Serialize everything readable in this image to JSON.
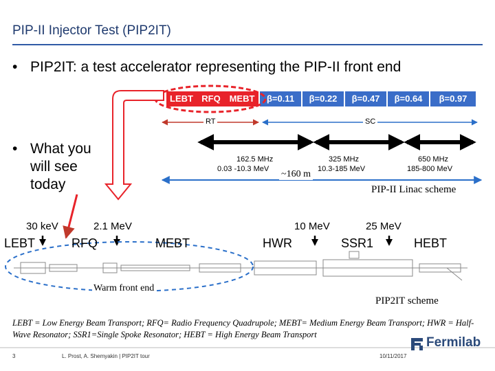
{
  "slide": {
    "title": "PIP-II Injector Test (PIP2IT)",
    "bullet_char": "•",
    "bullet1": "PIP2IT: a test accelerator representing the PIP-II front end",
    "bullet2_lines": [
      "What you",
      "will see",
      "today"
    ]
  },
  "linac_scheme": {
    "stages": [
      {
        "label": "LEBT",
        "color": "#e8232a"
      },
      {
        "label": "RFQ",
        "color": "#e8232a"
      },
      {
        "label": "MEBT",
        "color": "#e8232a"
      },
      {
        "label": "β=0.11",
        "color": "#3a6dc8"
      },
      {
        "label": "β=0.22",
        "color": "#3a6dc8"
      },
      {
        "label": "β=0.47",
        "color": "#3a6dc8"
      },
      {
        "label": "β=0.64",
        "color": "#3a6dc8"
      },
      {
        "label": "β=0.97",
        "color": "#3a6dc8"
      }
    ],
    "rt_label": "RT",
    "sc_label": "SC",
    "freq1": "162.5 MHz",
    "energy1": "0.03 -10.3 MeV",
    "freq2": "325 MHz",
    "energy2": "10.3-185 MeV",
    "freq3": "650 MHz",
    "energy3": "185-800 MeV",
    "length": "~160 m",
    "caption": "PIP-II Linac scheme"
  },
  "pip2it_scheme": {
    "energies": [
      "30 keV",
      "2.1 MeV",
      "10 MeV",
      "25 MeV"
    ],
    "sections": [
      "LEBT",
      "RFQ",
      "MEBT",
      "HWR",
      "SSR1",
      "HEBT"
    ],
    "warm_label": "Warm front end",
    "caption": "PIP2IT scheme"
  },
  "legend": "LEBT = Low Energy Beam Transport; RFQ= Radio Frequency Quadrupole; MEBT= Medium Energy Beam Transport; HWR = Half-Wave Resonator; SSR1=Single Spoke Resonator; HEBT = High Energy Beam Transport",
  "footer": {
    "page": "3",
    "authors": "L. Prost, A. Shemyakin | PIP2IT tour",
    "date": "10/11/2017",
    "logo": "Fermilab"
  },
  "colors": {
    "accent_red": "#e8232a",
    "beta_blue": "#3a6dc8",
    "title_blue": "#1f3a6e",
    "arrow_blue": "#2a6fc9"
  }
}
